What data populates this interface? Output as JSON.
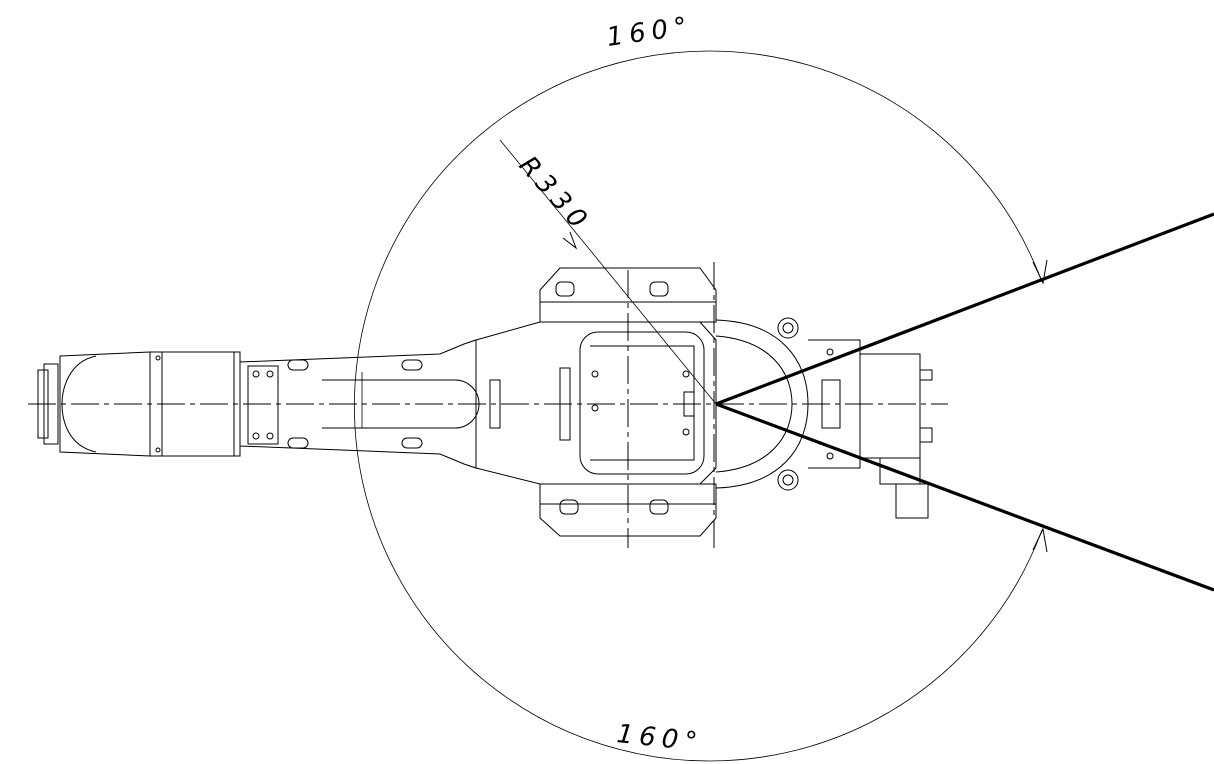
{
  "drawing": {
    "angle_top": "160°",
    "angle_bottom": "160°",
    "radius_label": "R330"
  },
  "colors": {
    "line": "#000000",
    "background": "#ffffff"
  }
}
